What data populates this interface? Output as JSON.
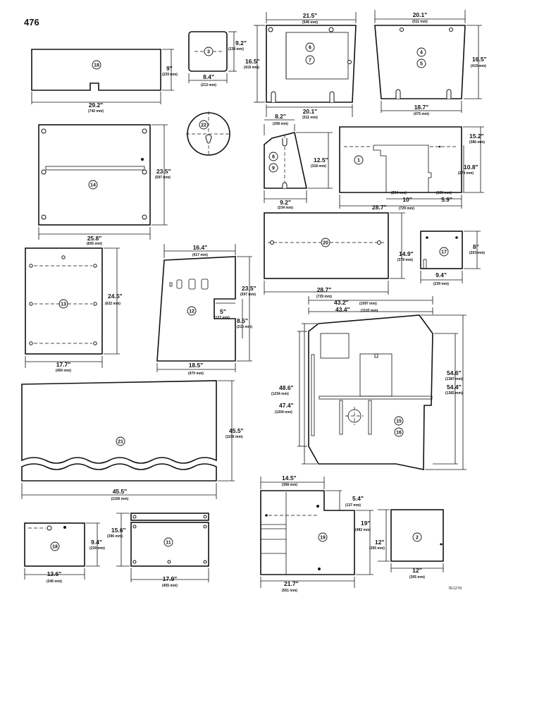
{
  "page": {
    "number": "476",
    "ref": "7E1279"
  },
  "panels": {
    "p18a": {
      "num": "18",
      "w": "29.2\"",
      "w_mm": "(742 mm)",
      "h": "9\"",
      "h_mm": "(229 mm)"
    },
    "p3": {
      "num": "3",
      "w": "8.4\"",
      "w_mm": "(213 mm)",
      "h": "9.2\"",
      "h_mm": "(234 mm)"
    },
    "p22": {
      "num": "22"
    },
    "p67": {
      "num_a": "6",
      "num_b": "7",
      "top": "21.5\"",
      "top_mm": "(546 mm)",
      "bottom": "20.1\"",
      "bottom_mm": "(511 mm)",
      "h": "16.5\"",
      "h_mm": "(419 mm)"
    },
    "p45": {
      "num_a": "4",
      "num_b": "5",
      "top": "20.1\"",
      "top_mm": "(511 mm)",
      "bottom": "18.7\"",
      "bottom_mm": "(475 mm)",
      "h": "16.5\"",
      "h_mm": "(419 mm)"
    },
    "p14": {
      "num": "14",
      "w": "25.8\"",
      "w_mm": "(655 mm)",
      "h": "23.5\"",
      "h_mm": "(597 mm)"
    },
    "p89": {
      "num_a": "8",
      "num_b": "9",
      "top": "8.2\"",
      "top_mm": "(208 mm)",
      "bottom": "9.2\"",
      "bottom_mm": "(234 mm)",
      "h": "12.5\"",
      "h_mm": "(318 mm)"
    },
    "p1": {
      "num": "1",
      "h": "15.2\"",
      "h_mm": "(386 mm)",
      "h2": "10.8\"",
      "h2_mm": "(274 mm)",
      "c1_mm": "(254 mm)",
      "c1": "10\"",
      "c2_mm": "(150 mm)",
      "c2": "5.9\"",
      "w": "28.7\"",
      "w_mm": "(729 mm)"
    },
    "p20": {
      "num": "20",
      "w": "28.7\"",
      "w_mm": "(729 mm)",
      "h": "14.9\"",
      "h_mm": "(378 mm)"
    },
    "p17": {
      "num": "17",
      "w": "9.4\"",
      "w_mm": "(239 mm)",
      "h": "8\"",
      "h_mm": "(203 mm)"
    },
    "p13": {
      "num": "13",
      "w": "17.7\"",
      "w_mm": "(450 mm)",
      "h": "24.5\"",
      "h_mm": "(622 mm)"
    },
    "p12": {
      "num": "12",
      "top": "16.4\"",
      "top_mm": "(417 mm)",
      "h": "23.5\"",
      "h_mm": "(597 mm)",
      "n1": "5\"",
      "n1_mm": "(127 mm)",
      "n2": "8.5\"",
      "n2_mm": "(216 mm)",
      "bottom": "18.5\"",
      "bottom_mm": "(470 mm)"
    },
    "p1516": {
      "num_a": "15",
      "num_b": "16",
      "w1": "43.2\"",
      "w1_mm": "(1097 mm)",
      "w2": "43.4\"",
      "w2_mm": "(1102 mm)",
      "l1": "48.6\"",
      "l1_mm": "(1234 mm)",
      "l2": "47.4\"",
      "l2_mm": "(1204 mm)",
      "r1": "54.6\"",
      "r1_mm": "(1387 mm)",
      "r2": "54.4\"",
      "r2_mm": "(1382 mm)"
    },
    "p21": {
      "num": "21",
      "w": "45.5\"",
      "w_mm": "(1156 mm)",
      "h": "45.5\"",
      "h_mm": "(1156 mm)"
    },
    "p18b": {
      "num": "18",
      "w": "13.6\"",
      "w_mm": "(345 mm)",
      "h": "9.4\"",
      "h_mm": "(239 mm)"
    },
    "p11": {
      "num": "11",
      "w": "17.9\"",
      "w_mm": "(455 mm)",
      "h": "15.6\"",
      "h_mm": "(396 mm)"
    },
    "p19": {
      "num": "19",
      "top": "14.5\"",
      "top_mm": "(368 mm)",
      "n": "5.4\"",
      "n_mm": "(137 mm)",
      "h": "19\"",
      "h_mm": "(482 mm)",
      "w": "21.7\"",
      "w_mm": "(551 mm)"
    },
    "p2": {
      "num": "2",
      "w": "12\"",
      "w_mm": "(305 mm)",
      "h": "12\"",
      "h_mm": "(305 mm)"
    }
  }
}
